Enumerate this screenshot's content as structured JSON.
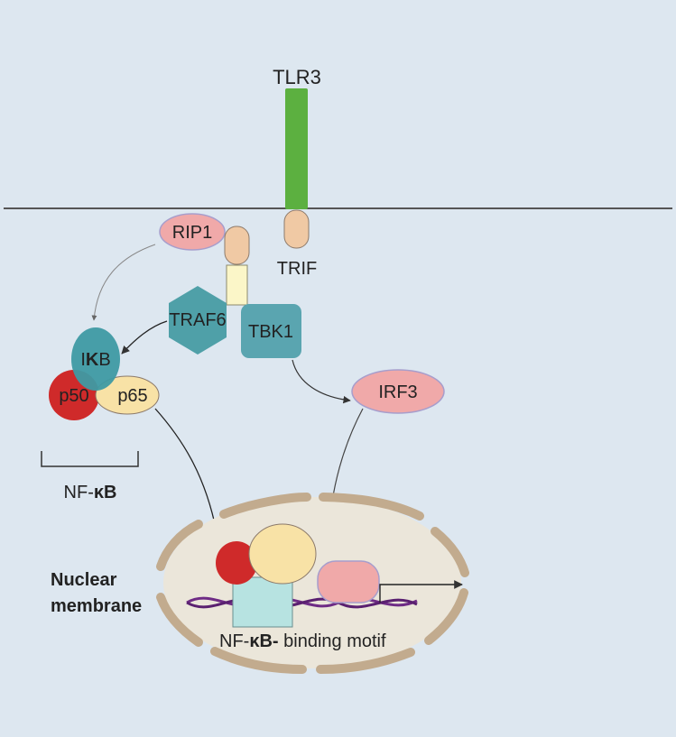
{
  "labels": {
    "tlr3": "TLR3",
    "trif": "TRIF",
    "rip1": "RIP1",
    "traf6": "TRAF6",
    "tbk1": "TBK1",
    "ikb_prefix": "I",
    "ikb_bold": "K",
    "ikb_suffix": "B",
    "p50": "p50",
    "p65": "p65",
    "irf3": "IRF3",
    "nfkb_prefix": "NF-",
    "nfkb_bold": "κB",
    "nuclear_line1": "Nuclear",
    "nuclear_line2": "membrane",
    "motif_prefix": "NF-",
    "motif_bold": "κB-",
    "motif_suffix": " binding motif"
  },
  "colors": {
    "background": "#dde7f0",
    "tlr3": "#5cb040",
    "trif": "#f0c9a4",
    "rip1": "#f0a9a9",
    "adaptor_block": "#fbf6c8",
    "traf6": "#4fa0a8",
    "tbk1": "#5aa5b0",
    "ikb": "#3e9aa3",
    "p50": "#cf2a2a",
    "p65": "#f8e2a6",
    "irf3": "#f0a9a9",
    "nucleus_fill": "#ebe6da",
    "nuclear_membrane": "#c2ab8e",
    "dna": "#6e2b85",
    "motif_block": "#b7e3e1"
  }
}
